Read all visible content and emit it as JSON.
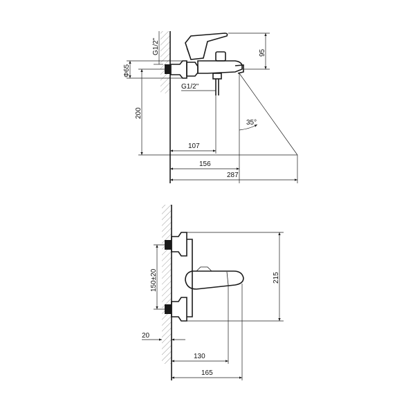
{
  "side_view": {
    "dims": {
      "thread_top": "G1/2\"",
      "diam": "Φ65",
      "height_95": "95",
      "thread_bottom": "G1/2\"",
      "height_200": "200",
      "angle": "35°",
      "len_107": "107",
      "len_156": "156",
      "len_287": "287"
    }
  },
  "front_view": {
    "dims": {
      "spacing": "150±20",
      "height_215": "215",
      "wall_20": "20",
      "len_130": "130",
      "len_165": "165"
    }
  }
}
